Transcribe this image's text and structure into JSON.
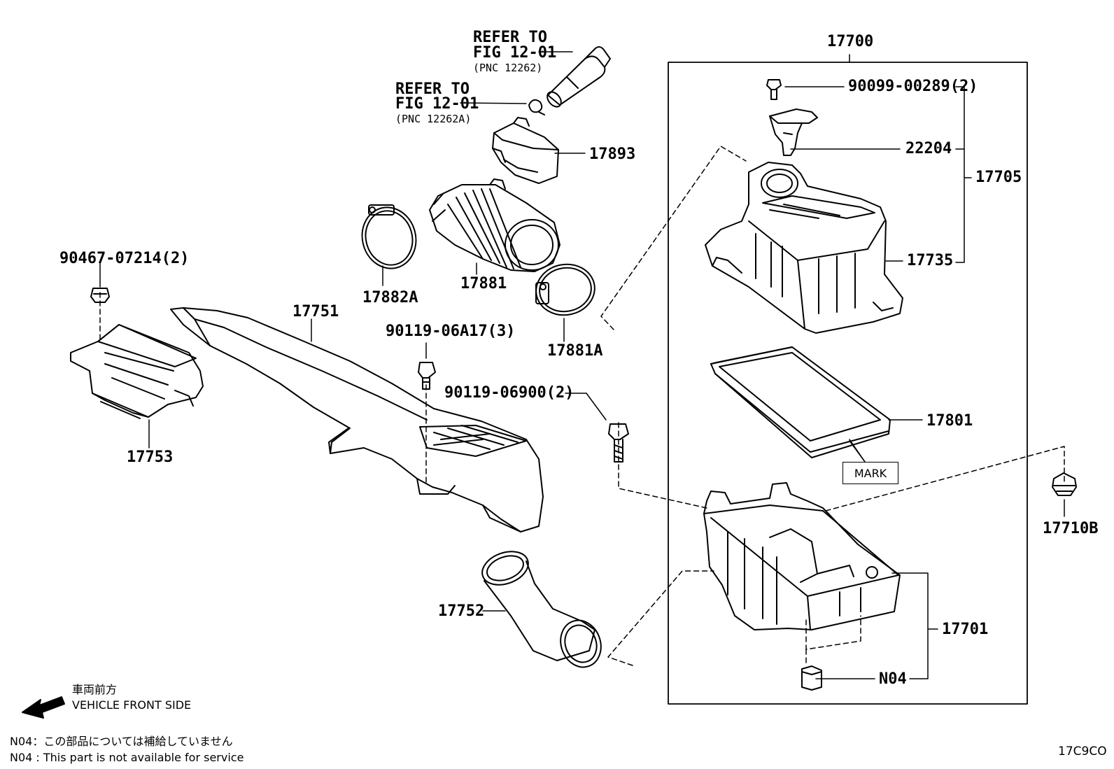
{
  "callouts": {
    "ref1": [
      "REFER TO",
      "FIG 12-01",
      "(PNC 12262)"
    ],
    "ref2": [
      "REFER TO",
      "FIG 12-01",
      "(PNC 12262A)"
    ],
    "p17893": "17893",
    "p17882A": "17882A",
    "p17881": "17881",
    "p17881A": "17881A",
    "p90467": "90467-07214(2)",
    "p17751": "17751",
    "p90119a": "90119-06A17(3)",
    "p17753": "17753",
    "p90119b": "90119-06900(2)",
    "p17752": "17752",
    "p17700": "17700",
    "p90099": "90099-00289(2)",
    "p22204": "22204",
    "p17705": "17705",
    "p17735": "17735",
    "p17801": "17801",
    "mark": "MARK",
    "p17710B": "17710B",
    "p17701": "17701",
    "n04": "N04"
  },
  "direction": {
    "jp": "車両前方",
    "en": "VEHICLE FRONT SIDE"
  },
  "notes": {
    "jp": "N04：この部品については補給していません",
    "en": "N04 : This part is not available for service"
  },
  "figure_code": "17C9CO"
}
